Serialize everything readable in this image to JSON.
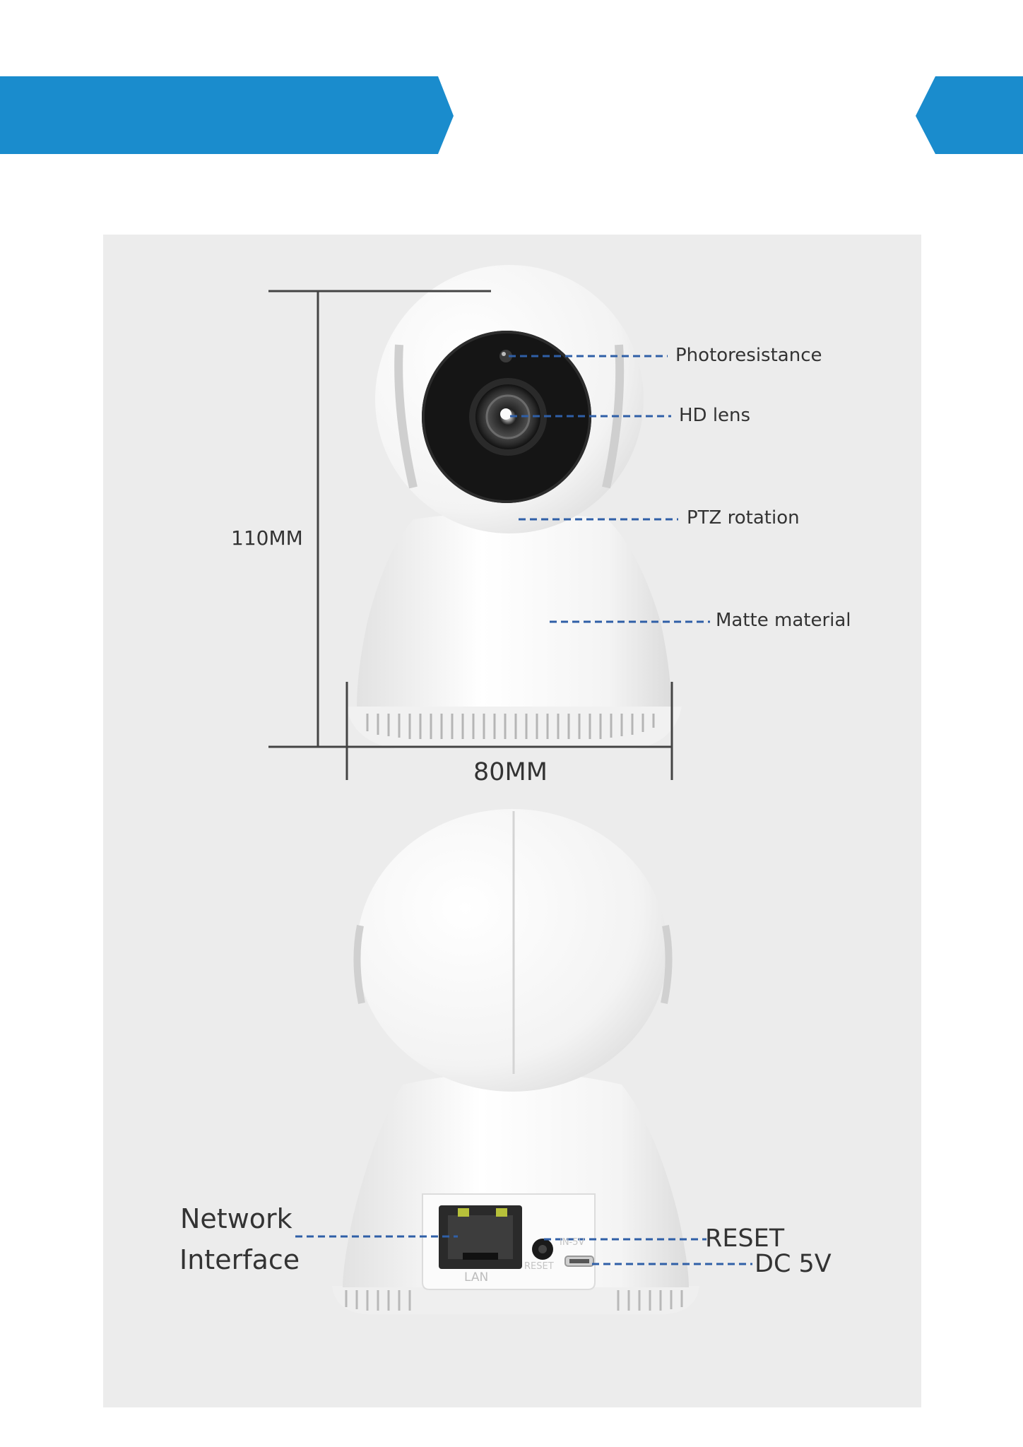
{
  "colors": {
    "banner": "#1a8ccd",
    "panel": "#ececec",
    "leader": "#2f5fa7",
    "dim_line": "#444444"
  },
  "front_view": {
    "callouts": {
      "photoresistance": "Photoresistance",
      "hd_lens": "HD lens",
      "ptz_rotation": "PTZ rotation",
      "matte_material": "Matte material"
    },
    "dimensions": {
      "height": "110MM",
      "width": "80MM"
    }
  },
  "back_view": {
    "callouts": {
      "network_line1": "Network",
      "network_line2": "Interface",
      "reset": "RESET",
      "dc": "DC 5V"
    },
    "port_labels": {
      "lan": "LAN",
      "reset": "RESET",
      "in": "IN-5V"
    }
  }
}
